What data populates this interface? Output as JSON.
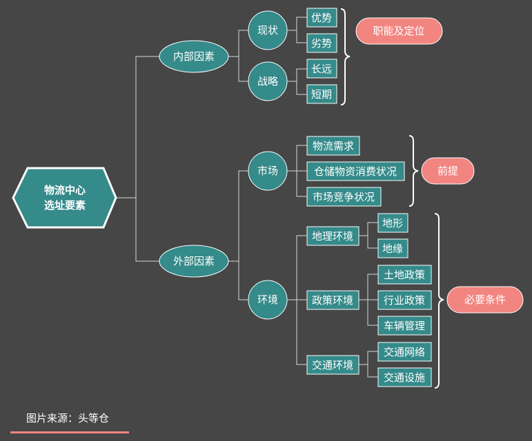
{
  "root": {
    "line1": "物流中心",
    "line2": "选址要素"
  },
  "internal": {
    "label": "内部因素",
    "status": {
      "label": "现状",
      "items": [
        "优势",
        "劣势"
      ]
    },
    "strategy": {
      "label": "战略",
      "items": [
        "长远",
        "短期"
      ]
    },
    "tag": "职能及定位"
  },
  "external": {
    "label": "外部因素",
    "market": {
      "label": "市场",
      "items": [
        "物流需求",
        "仓储物资消费状况",
        "市场竞争状况"
      ],
      "tag": "前提"
    },
    "environment": {
      "label": "环境",
      "geo": {
        "label": "地理环境",
        "items": [
          "地形",
          "地缘"
        ]
      },
      "policy": {
        "label": "政策环境",
        "items": [
          "土地政策",
          "行业政策",
          "车辆管理"
        ]
      },
      "traffic": {
        "label": "交通环境",
        "items": [
          "交通网络",
          "交通设施"
        ]
      },
      "tag": "必要条件"
    }
  },
  "source": "图片来源：头等仓",
  "colors": {
    "background": "#464646",
    "node": "#358a8a",
    "tag": "#f28580",
    "stroke": "#ffffff"
  }
}
